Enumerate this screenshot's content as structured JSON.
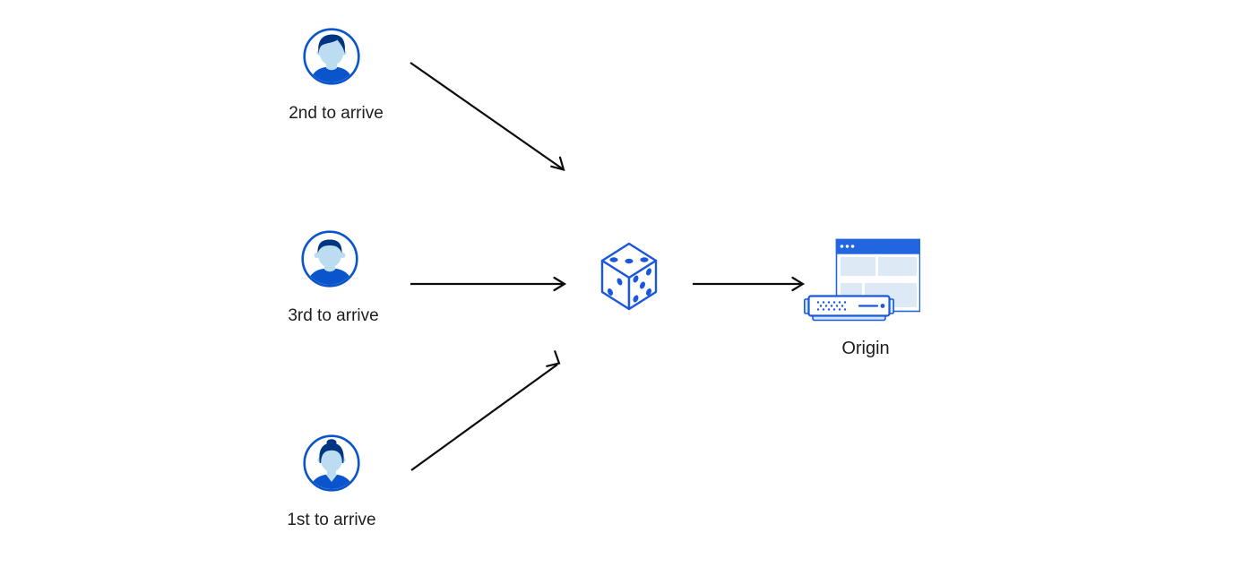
{
  "diagram": {
    "type": "flow-diagram",
    "clients": [
      {
        "id": "client-2nd",
        "label": "2nd to arrive",
        "icon": "user-avatar-male-swept-hair"
      },
      {
        "id": "client-3rd",
        "label": "3rd to arrive",
        "icon": "user-avatar-male-short-hair"
      },
      {
        "id": "client-1st",
        "label": "1st to arrive",
        "icon": "user-avatar-female-bun"
      }
    ],
    "selector": {
      "id": "random-selector",
      "icon": "dice-icon"
    },
    "origin": {
      "id": "origin",
      "label": "Origin",
      "icon": "origin-server-browser-icon"
    },
    "edges": [
      {
        "from": "client-2nd",
        "to": "random-selector"
      },
      {
        "from": "client-3rd",
        "to": "random-selector"
      },
      {
        "from": "client-1st",
        "to": "random-selector"
      },
      {
        "from": "random-selector",
        "to": "origin"
      }
    ]
  },
  "colors": {
    "avatar_blue": "#0a55cb",
    "hair_navy": "#003681",
    "skin": "#bcdcf2",
    "skin_shadow": "#9fc6e4",
    "dice_blue": "#1a57dc",
    "title_bar_blue": "#2166e0",
    "light_block": "#ddeaf6",
    "server_light": "#d3e8f8",
    "arrow_color": "#0c0c0c",
    "text_color": "#1d1d1d",
    "background": "#ffffff"
  }
}
